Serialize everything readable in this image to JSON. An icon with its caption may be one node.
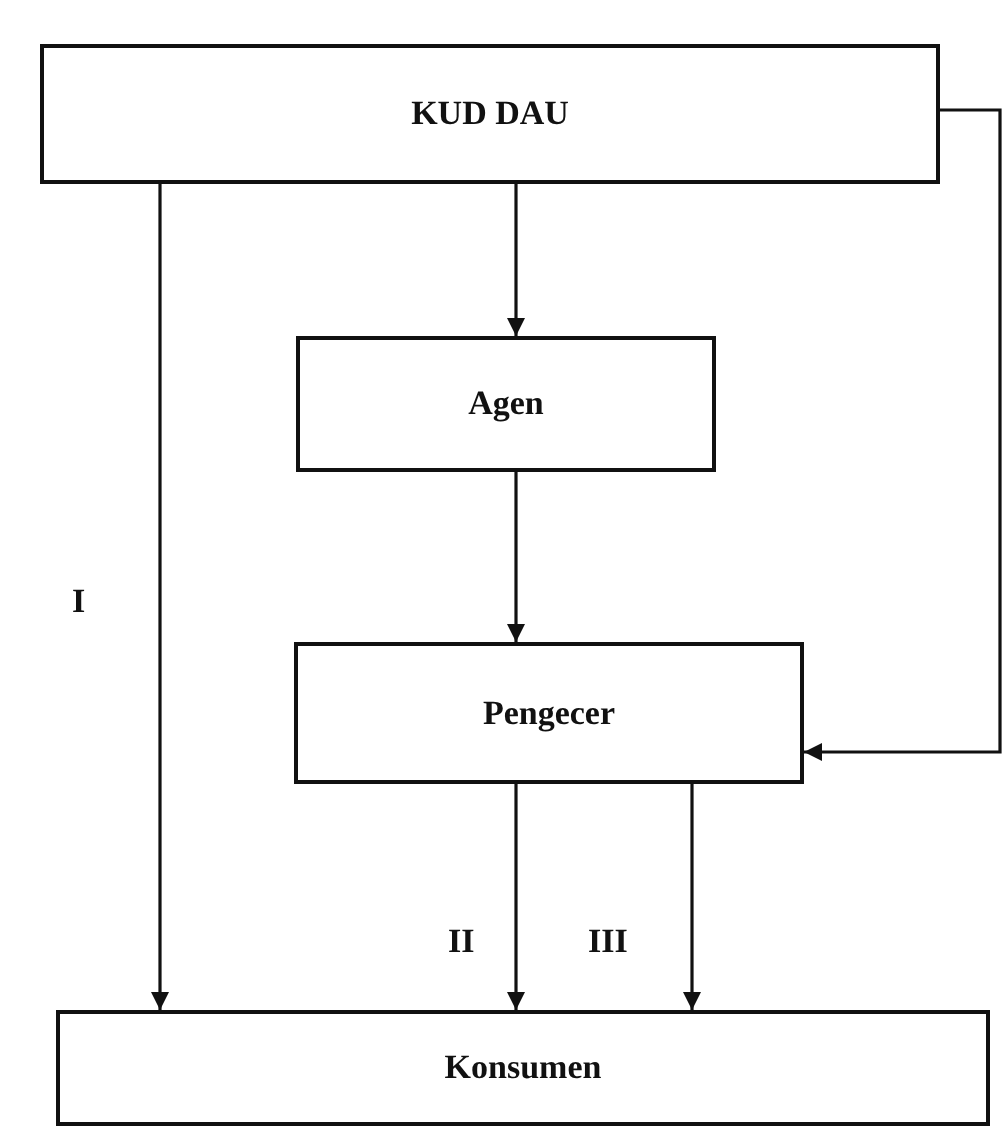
{
  "diagram": {
    "nodes": [
      {
        "text": [
          "KUD DAU"
        ]
      },
      {
        "text": [
          "Agen"
        ]
      },
      {
        "text": [
          "Pengecer"
        ]
      },
      {
        "text": [
          "Konsumen"
        ]
      }
    ],
    "edges": [
      {
        "from": 0,
        "to": 1,
        "arrow": "to"
      },
      {
        "from": 1,
        "to": 2,
        "arrow": "to"
      },
      {
        "from": 0,
        "to": 3,
        "arrow": "to",
        "label": "I"
      },
      {
        "from": 2,
        "to": 3,
        "arrow": "to",
        "label": "II"
      },
      {
        "from": 2,
        "to": 3,
        "arrow": "to",
        "label": "III"
      },
      {
        "from": 0,
        "to": 2,
        "arrow": "to"
      }
    ]
  }
}
